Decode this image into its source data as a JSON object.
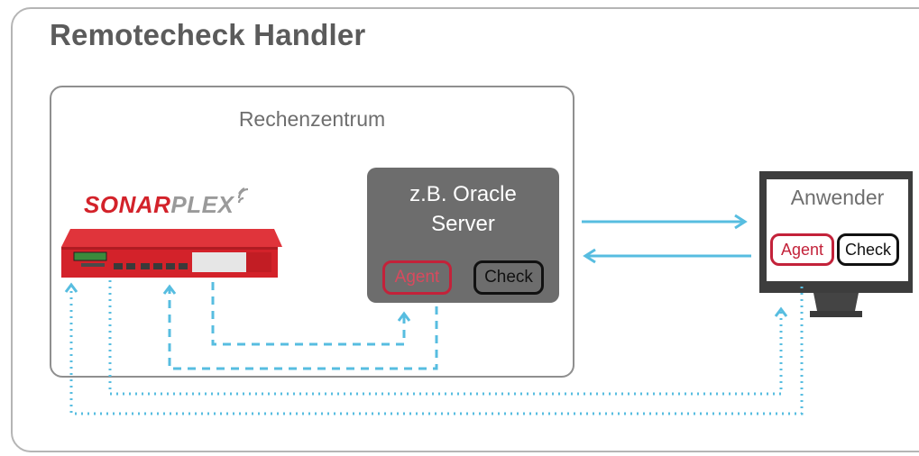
{
  "title": "Remotecheck Handler",
  "datacenter": {
    "label": "Rechenzentrum"
  },
  "logo": {
    "part1": "SONAR",
    "part2": "PLEX"
  },
  "server": {
    "label": "z.B. Oracle\nServer",
    "agent": "Agent",
    "check": "Check"
  },
  "user": {
    "label": "Anwender",
    "agent": "Agent",
    "check": "Check"
  },
  "colors": {
    "arrow": "#57bde0",
    "agent_border": "#c3223a",
    "check_border": "#111111",
    "server_fill": "#6d6d6d",
    "appliance": "#d3222a"
  }
}
